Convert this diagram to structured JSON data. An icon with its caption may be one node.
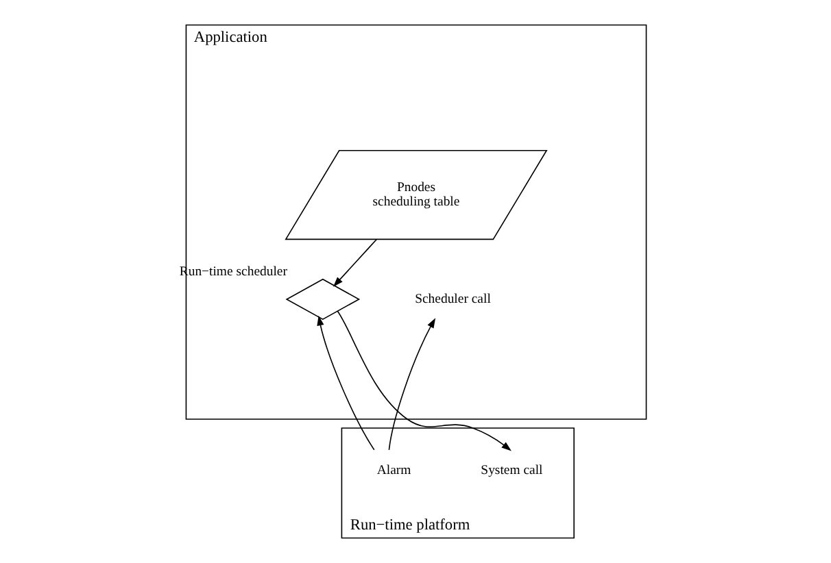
{
  "diagram": {
    "nodes": [
      {
        "text": [
          "Application"
        ]
      },
      {
        "text": [
          "Scheduler call"
        ],
        "in": 0
      },
      {
        "text": [
          "Pnodes",
          "scheduling table"
        ],
        "in": 0
      },
      {
        "text": [],
        "shape": "diamond",
        "beside": [
          "Run−time scheduler"
        ],
        "in": 0
      },
      {
        "text": [
          "Run−time platform"
        ]
      },
      {
        "text": [
          "Alarm"
        ],
        "in": 4
      },
      {
        "text": [
          "System call"
        ],
        "in": 4
      }
    ],
    "edges": [
      {
        "from": 5,
        "to": 3,
        "arrow": "to"
      },
      {
        "from": 5,
        "to": 1,
        "arrow": "to"
      },
      {
        "from": 2,
        "to": 3,
        "arrow": "to"
      },
      {
        "from": 3,
        "to": 6,
        "arrow": "to"
      }
    ]
  }
}
